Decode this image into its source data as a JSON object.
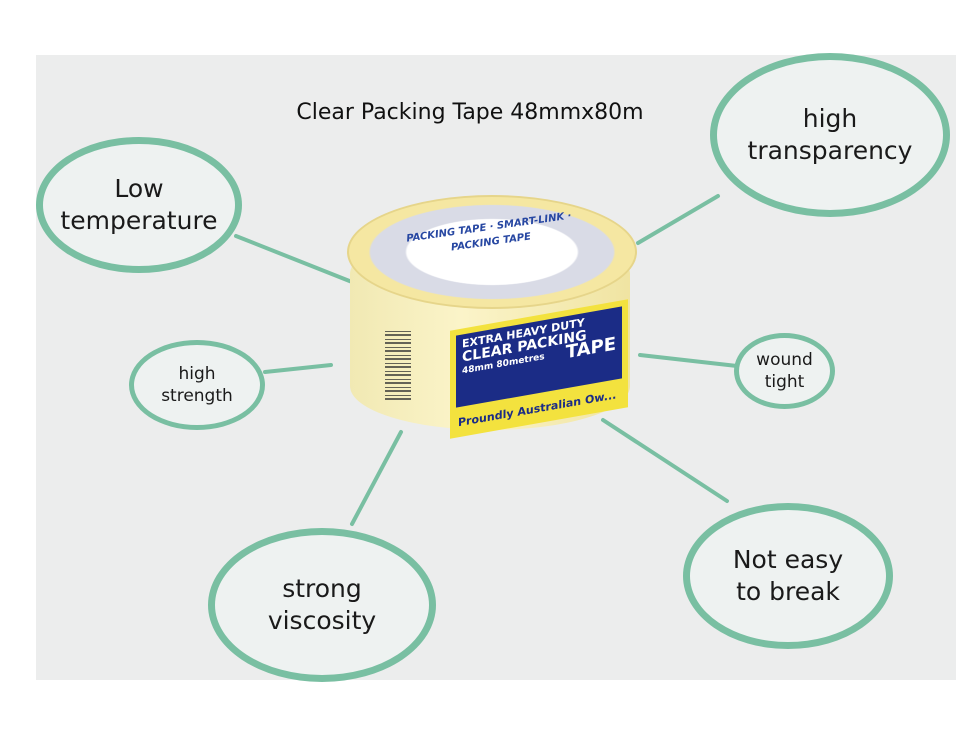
{
  "title": "Clear Packing Tape 48mmx80m",
  "colors": {
    "accent": "#79bfa2",
    "panel": "#eceded",
    "label_blue": "#1b2c86",
    "label_yellow": "#f3e23e"
  },
  "features": {
    "low_temperature": "Low\ntemperature",
    "high_transparency": "high\ntransparency",
    "high_strength": "high\nstrength",
    "wound_tight": "wound\ntight",
    "strong_viscosity": "strong\nviscosity",
    "not_easy_to_break": "Not easy\nto break"
  },
  "product": {
    "top_text": "PACKING TAPE · SMART-LINK · PACKING TAPE",
    "line1": "EXTRA HEAVY DUTY",
    "line2": "CLEAR PACKING",
    "line3": "48mm 80metres",
    "line4": "TAPE",
    "foot": "Proundly Australian Ow..."
  }
}
